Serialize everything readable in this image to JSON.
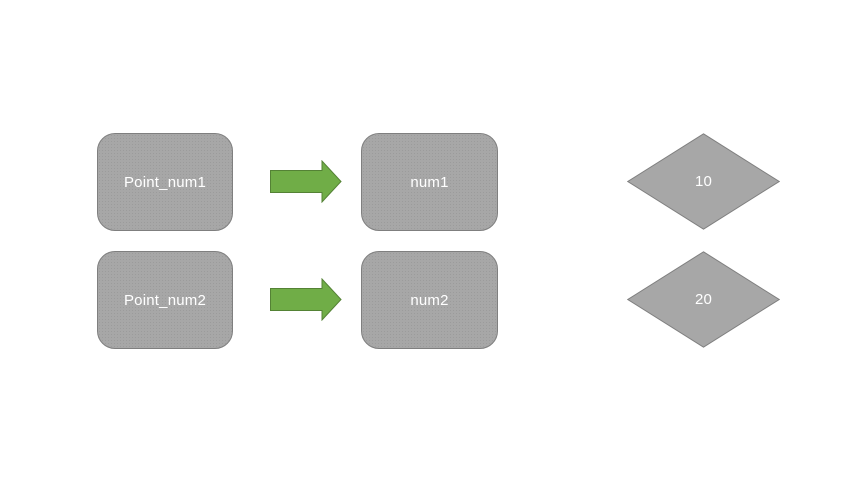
{
  "canvas": {
    "background": "#ffffff"
  },
  "diagram": {
    "colors": {
      "node_fill": "#a7a7a7",
      "node_border": "#7f7f7f",
      "arrow_fill": "#70ad47",
      "arrow_border": "#548235",
      "label_text": "#ffffff"
    },
    "rows": [
      {
        "source": {
          "label": "Point_num1",
          "shape": "rounded-rectangle"
        },
        "connector": {
          "shape": "right-arrow"
        },
        "target": {
          "label": "num1",
          "shape": "rounded-rectangle"
        },
        "value": {
          "label": "10",
          "shape": "diamond"
        }
      },
      {
        "source": {
          "label": "Point_num2",
          "shape": "rounded-rectangle"
        },
        "connector": {
          "shape": "right-arrow"
        },
        "target": {
          "label": "num2",
          "shape": "rounded-rectangle"
        },
        "value": {
          "label": "20",
          "shape": "diamond"
        }
      }
    ]
  }
}
